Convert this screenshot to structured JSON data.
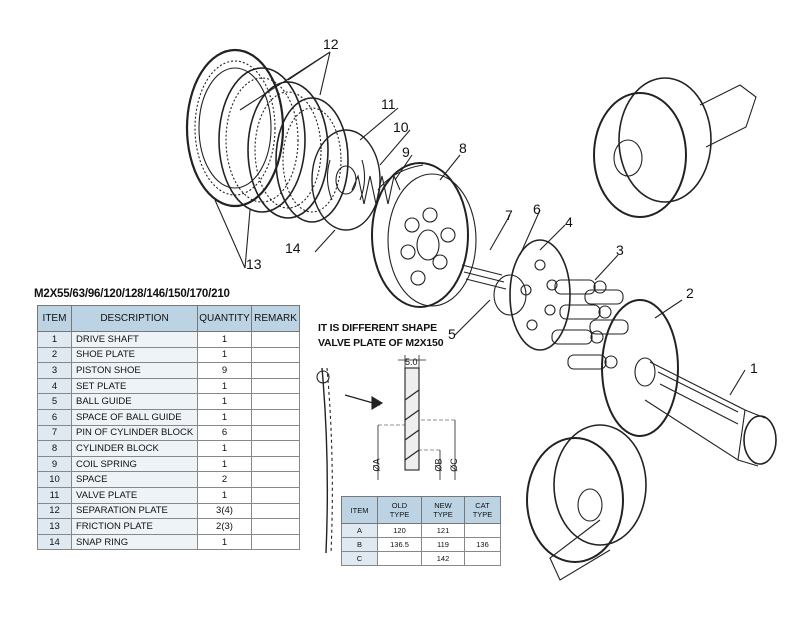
{
  "callouts": {
    "c1": "1",
    "c2": "2",
    "c3": "3",
    "c4": "4",
    "c5": "5",
    "c6": "6",
    "c7": "7",
    "c8": "8",
    "c9": "9",
    "c10": "10",
    "c11": "11",
    "c12": "12",
    "c13": "13",
    "c14": "14"
  },
  "series_title": "M2X55/63/96/120/128/146/150/170/210",
  "parts_table": {
    "headers": [
      "ITEM",
      "DESCRIPTION",
      "QUANTITY",
      "REMARK"
    ],
    "rows": [
      {
        "item": "1",
        "desc": "DRIVE SHAFT",
        "qty": "1",
        "remark": ""
      },
      {
        "item": "2",
        "desc": "SHOE PLATE",
        "qty": "1",
        "remark": ""
      },
      {
        "item": "3",
        "desc": "PISTON SHOE",
        "qty": "9",
        "remark": ""
      },
      {
        "item": "4",
        "desc": "SET PLATE",
        "qty": "1",
        "remark": ""
      },
      {
        "item": "5",
        "desc": "BALL GUIDE",
        "qty": "1",
        "remark": ""
      },
      {
        "item": "6",
        "desc": "SPACE OF BALL GUIDE",
        "qty": "1",
        "remark": ""
      },
      {
        "item": "7",
        "desc": "PIN OF CYLINDER BLOCK",
        "qty": "6",
        "remark": ""
      },
      {
        "item": "8",
        "desc": "CYLINDER BLOCK",
        "qty": "1",
        "remark": ""
      },
      {
        "item": "9",
        "desc": "COIL SPRING",
        "qty": "1",
        "remark": ""
      },
      {
        "item": "10",
        "desc": "SPACE",
        "qty": "2",
        "remark": ""
      },
      {
        "item": "11",
        "desc": "VALVE PLATE",
        "qty": "1",
        "remark": ""
      },
      {
        "item": "12",
        "desc": "SEPARATION PLATE",
        "qty": "3(4)",
        "remark": ""
      },
      {
        "item": "13",
        "desc": "FRICTION PLATE",
        "qty": "2(3)",
        "remark": ""
      },
      {
        "item": "14",
        "desc": "SNAP RING",
        "qty": "1",
        "remark": ""
      }
    ]
  },
  "note": {
    "line1": "IT IS DIFFERENT SHAPE",
    "line2": "VALVE PLATE OF M2X150"
  },
  "dimension_labels": {
    "width": "5.0",
    "a": "ØA",
    "b": "ØB",
    "c": "ØC"
  },
  "dims_table": {
    "headers": {
      "item": "ITEM",
      "old_1": "OLD",
      "old_2": "TYPE",
      "new_1": "NEW",
      "new_2": "TYPE",
      "cat_1": "CAT",
      "cat_2": "TYPE"
    },
    "rows": [
      {
        "item": "A",
        "old": "120",
        "new": "121",
        "cat": ""
      },
      {
        "item": "B",
        "old": "136.5",
        "new": "119",
        "cat": "136"
      },
      {
        "item": "C",
        "old": "",
        "new": "142",
        "cat": ""
      }
    ]
  }
}
